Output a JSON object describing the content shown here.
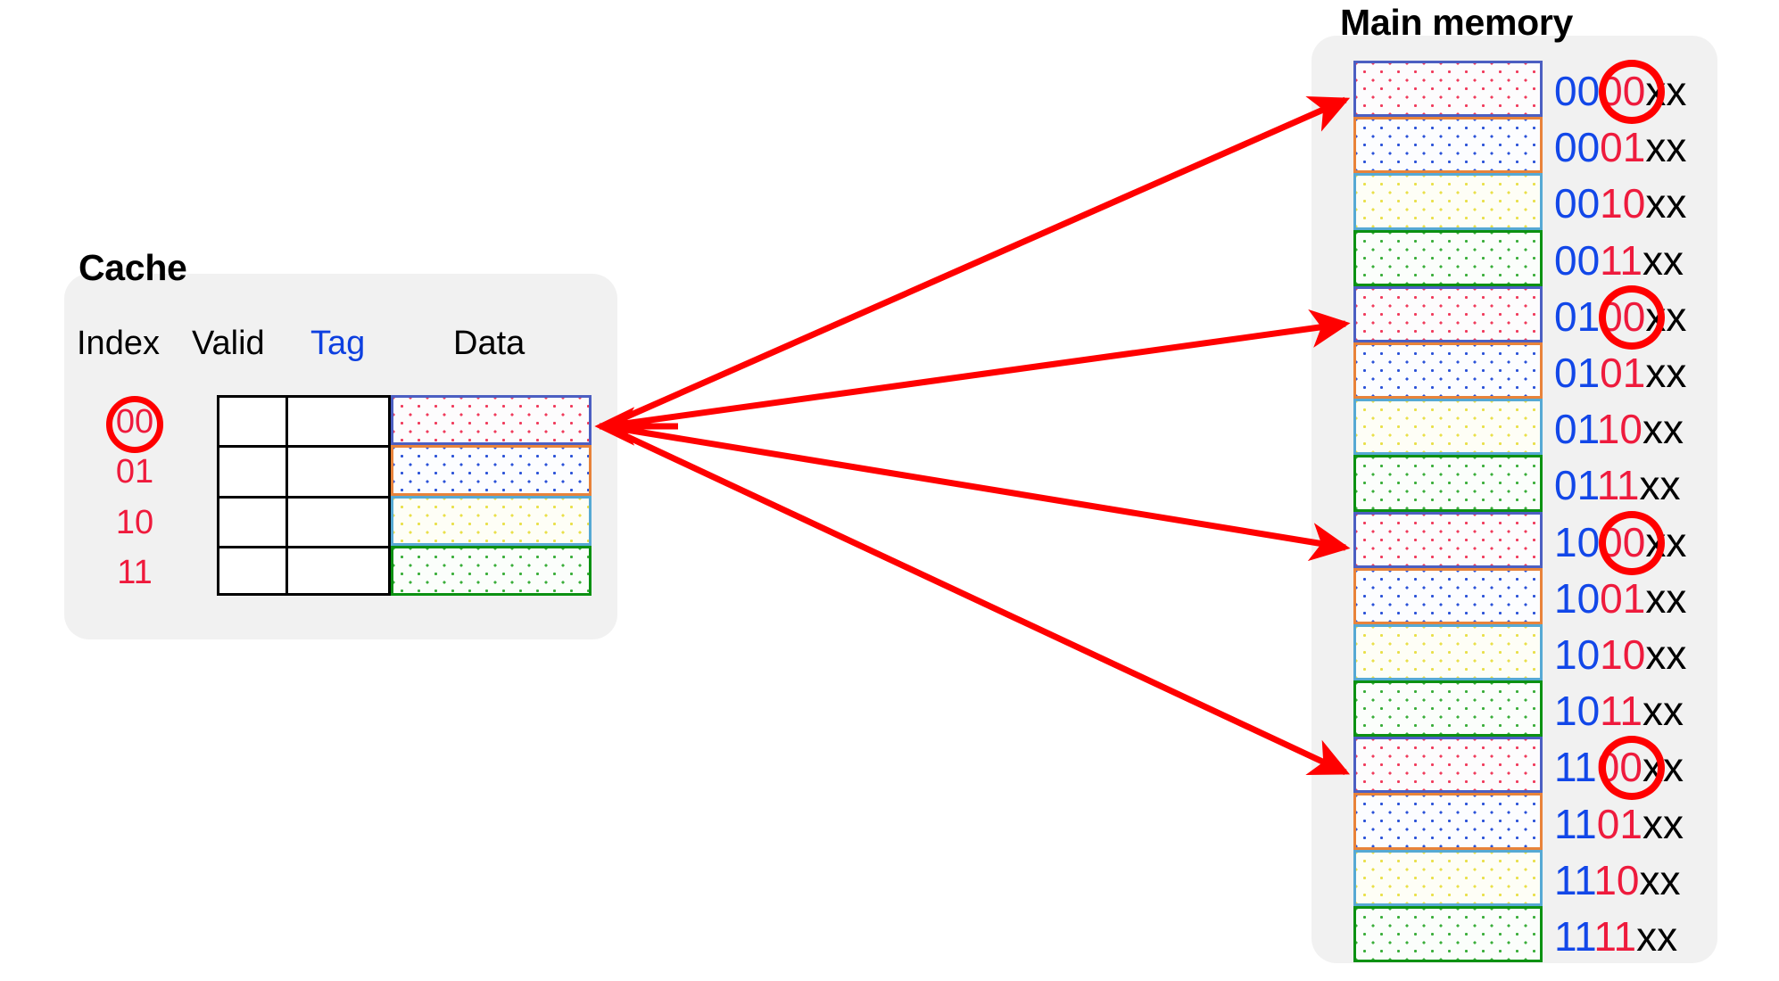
{
  "diagram": {
    "title_cache": "Cache",
    "title_memory": "Main memory",
    "colors": {
      "tag_blue": "#1247e8",
      "index_red": "#ee1b3d",
      "offset_black": "#000000",
      "annotation_red": "#ff0000",
      "panel_gray": "#f1f1f1",
      "block_a_border": "#4c5fc2",
      "block_b_border": "#e8833a",
      "block_c_border": "#56a9d4",
      "block_d_border": "#0b9112"
    }
  },
  "cache": {
    "title": "Cache",
    "headers": {
      "index": "Index",
      "valid": "Valid",
      "tag": "Tag",
      "data": "Data"
    },
    "rows": [
      {
        "index": "00",
        "circled": true,
        "valid": "",
        "tag": "",
        "fill": "fill-a"
      },
      {
        "index": "01",
        "circled": false,
        "valid": "",
        "tag": "",
        "fill": "fill-b"
      },
      {
        "index": "10",
        "circled": false,
        "valid": "",
        "tag": "",
        "fill": "fill-c"
      },
      {
        "index": "11",
        "circled": false,
        "valid": "",
        "tag": "",
        "fill": "fill-d"
      }
    ]
  },
  "memory": {
    "title": "Main memory",
    "cells": [
      {
        "tag": "00",
        "index": "00",
        "offset": "xx",
        "fill": "fill-a",
        "circled_index": true
      },
      {
        "tag": "00",
        "index": "01",
        "offset": "xx",
        "fill": "fill-b",
        "circled_index": false
      },
      {
        "tag": "00",
        "index": "10",
        "offset": "xx",
        "fill": "fill-c",
        "circled_index": false
      },
      {
        "tag": "00",
        "index": "11",
        "offset": "xx",
        "fill": "fill-d",
        "circled_index": false
      },
      {
        "tag": "01",
        "index": "00",
        "offset": "xx",
        "fill": "fill-a",
        "circled_index": true
      },
      {
        "tag": "01",
        "index": "01",
        "offset": "xx",
        "fill": "fill-b",
        "circled_index": false
      },
      {
        "tag": "01",
        "index": "10",
        "offset": "xx",
        "fill": "fill-c",
        "circled_index": false
      },
      {
        "tag": "01",
        "index": "11",
        "offset": "xx",
        "fill": "fill-d",
        "circled_index": false
      },
      {
        "tag": "10",
        "index": "00",
        "offset": "xx",
        "fill": "fill-a",
        "circled_index": true
      },
      {
        "tag": "10",
        "index": "01",
        "offset": "xx",
        "fill": "fill-b",
        "circled_index": false
      },
      {
        "tag": "10",
        "index": "10",
        "offset": "xx",
        "fill": "fill-c",
        "circled_index": false
      },
      {
        "tag": "10",
        "index": "11",
        "offset": "xx",
        "fill": "fill-d",
        "circled_index": false
      },
      {
        "tag": "11",
        "index": "00",
        "offset": "xx",
        "fill": "fill-a",
        "circled_index": true
      },
      {
        "tag": "11",
        "index": "01",
        "offset": "xx",
        "fill": "fill-b",
        "circled_index": false
      },
      {
        "tag": "11",
        "index": "10",
        "offset": "xx",
        "fill": "fill-c",
        "circled_index": false
      },
      {
        "tag": "11",
        "index": "11",
        "offset": "xx",
        "fill": "fill-d",
        "circled_index": false
      }
    ]
  },
  "mapping_arrows": {
    "source_label": "cache-set-00",
    "targets": [
      "0000xx",
      "0100xx",
      "1000xx",
      "1100xx"
    ],
    "count": 4
  }
}
